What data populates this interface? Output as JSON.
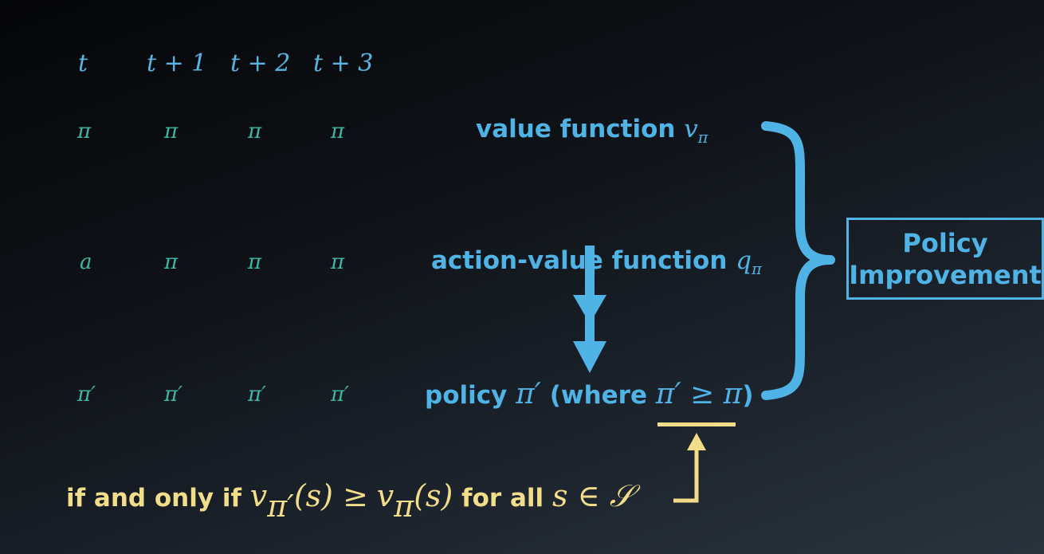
{
  "time_labels": [
    "t",
    "t + 1",
    "t + 2",
    "t + 3"
  ],
  "grid": {
    "row1": [
      "π",
      "π",
      "π",
      "π"
    ],
    "row2": [
      "a",
      "π",
      "π",
      "π"
    ],
    "row3": [
      "π′",
      "π′",
      "π′",
      "π′"
    ]
  },
  "value_function": {
    "label": "value function",
    "symbol": "v",
    "subscript": "π"
  },
  "action_value_function": {
    "label": "action-value function",
    "symbol": "q",
    "subscript": "π"
  },
  "policy": {
    "label": "policy",
    "symbol": "π′",
    "where_open": "(where",
    "condition": "π′ ≥ π",
    "close": ")"
  },
  "box": {
    "line1": "Policy",
    "line2": "Improvement"
  },
  "condition": {
    "prefix": "if and only if",
    "v": "v",
    "v_sub": "π′",
    "arg_lhs": "(s) ≥",
    "v2": "v",
    "v2_sub": "π",
    "arg_rhs": "(s)",
    "mid": "for all",
    "set": "s ∈ 𝒮"
  },
  "colors": {
    "blue": "#4fb3e6",
    "teal": "#3fb8a6",
    "yellow": "#f2dd8a"
  }
}
